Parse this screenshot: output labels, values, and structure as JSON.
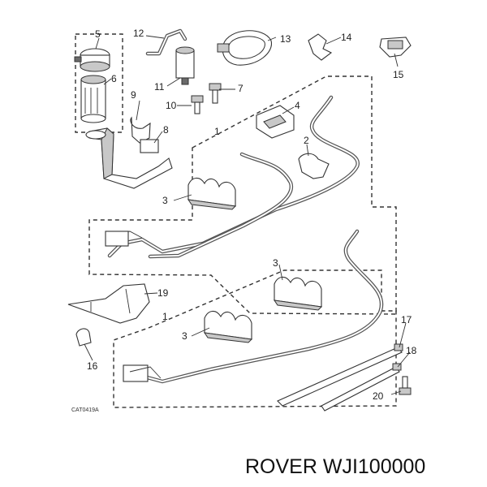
{
  "diagram": {
    "callouts": {
      "c1a": "1",
      "c1b": "1",
      "c2": "2",
      "c3a": "3",
      "c3b": "3",
      "c3c": "3",
      "c4": "4",
      "c5": "5",
      "c6": "6",
      "c7": "7",
      "c8": "8",
      "c9": "9",
      "c10": "10",
      "c11": "11",
      "c12": "12",
      "c13": "13",
      "c14": "14",
      "c15": "15",
      "c16": "16",
      "c17": "17",
      "c18": "18",
      "c19": "19",
      "c20": "20"
    },
    "catalog_code": "CAT0419A"
  },
  "footer": {
    "part_caption": "ROVER WJI100000"
  }
}
